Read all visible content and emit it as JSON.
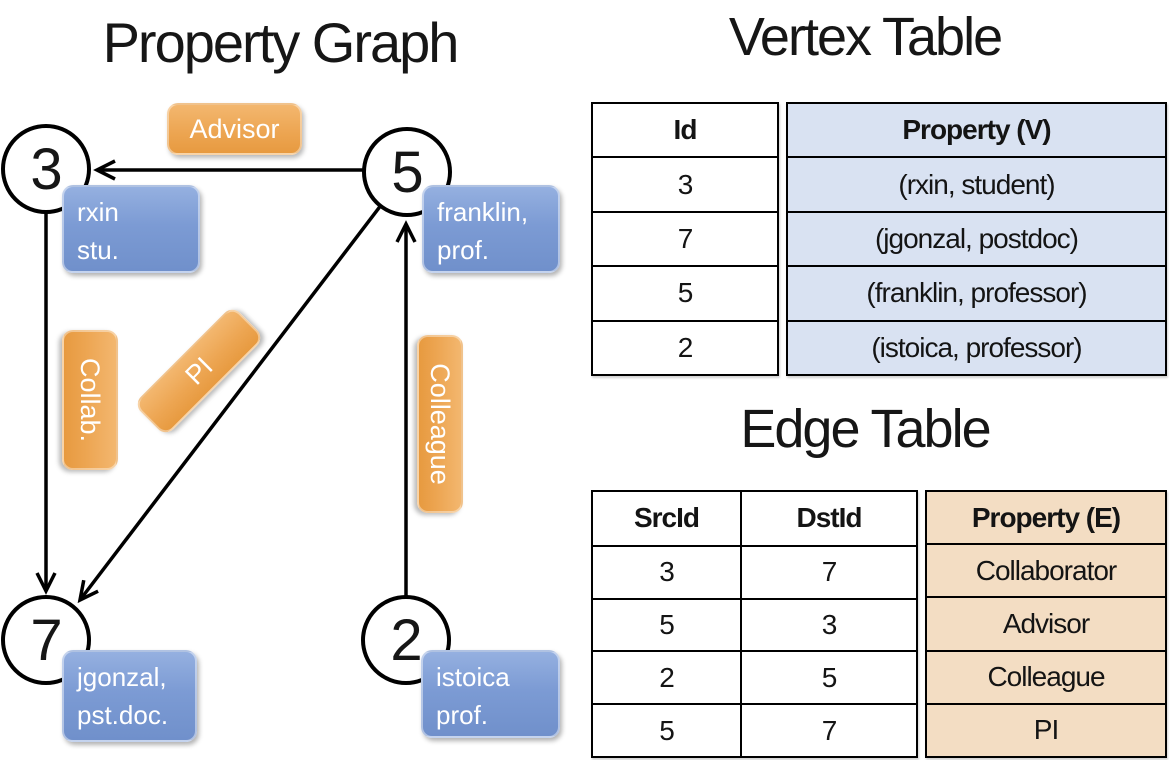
{
  "colors": {
    "edge_label_orange": "#EDA653",
    "vertex_label_blue": "#7C9BD4",
    "vertex_column_bg": "#D9E2F2",
    "edge_column_bg": "#F3DDC3",
    "line_color": "#000000"
  },
  "graph": {
    "title": "Property Graph",
    "nodes": [
      {
        "id": "3",
        "label_line1": "rxin",
        "label_line2": "stu."
      },
      {
        "id": "5",
        "label_line1": "franklin,",
        "label_line2": "prof."
      },
      {
        "id": "7",
        "label_line1": "jgonzal,",
        "label_line2": "pst.doc."
      },
      {
        "id": "2",
        "label_line1": "istoica",
        "label_line2": "prof."
      }
    ],
    "edge_labels": [
      "Advisor",
      "Collab.",
      "PI",
      "Colleague"
    ]
  },
  "vertex_table": {
    "title": "Vertex Table",
    "headers": {
      "id": "Id",
      "property": "Property (V)"
    },
    "rows": [
      {
        "id": "3",
        "property": "(rxin, student)"
      },
      {
        "id": "7",
        "property": "(jgonzal, postdoc)"
      },
      {
        "id": "5",
        "property": "(franklin, professor)"
      },
      {
        "id": "2",
        "property": "(istoica, professor)"
      }
    ]
  },
  "edge_table": {
    "title": "Edge Table",
    "headers": {
      "src": "SrcId",
      "dst": "DstId",
      "property": "Property (E)"
    },
    "rows": [
      {
        "src": "3",
        "dst": "7",
        "property": "Collaborator"
      },
      {
        "src": "5",
        "dst": "3",
        "property": "Advisor"
      },
      {
        "src": "2",
        "dst": "5",
        "property": "Colleague"
      },
      {
        "src": "5",
        "dst": "7",
        "property": "PI"
      }
    ]
  }
}
